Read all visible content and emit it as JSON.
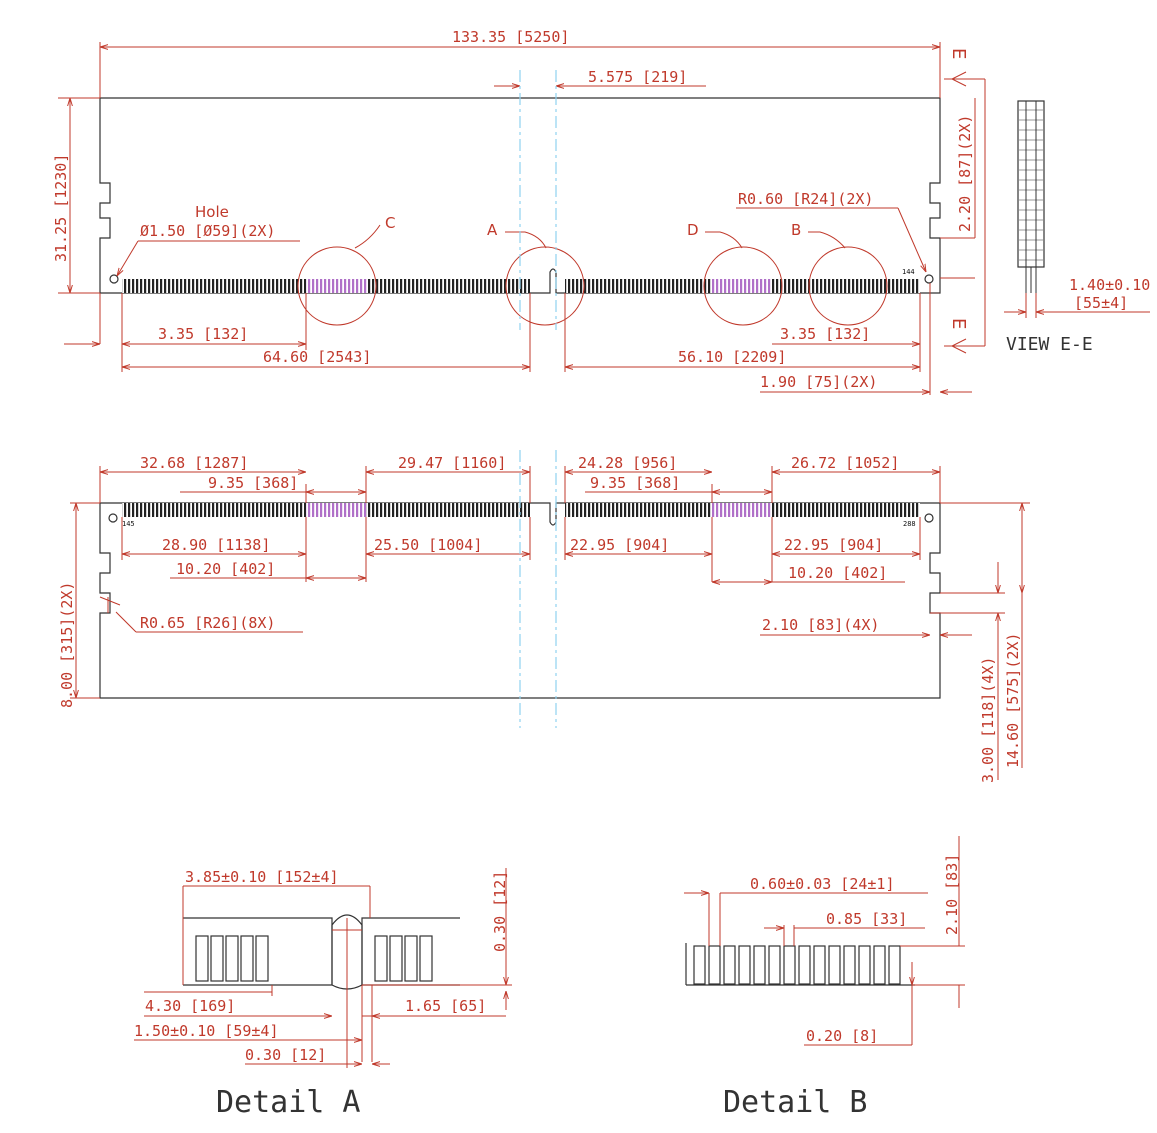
{
  "colors": {
    "dimension": "#c0392b",
    "outline": "#333333",
    "centerline": "#8fd3f0",
    "highlight": "#b070c8"
  },
  "top_view": {
    "overall_length": "133.35 [5250]",
    "notch_offset": "5.575 [219]",
    "height": "31.25 [1230]",
    "hole_label": "Hole",
    "hole_dim": "Ø1.50 [Ø59](2X)",
    "right_radius": "R0.60 [R24](2X)",
    "side_notch": "2.20 [87](2X)",
    "left_pin_span": "3.35 [132]",
    "left_to_key": "64.60 [2543]",
    "right_pin_span": "3.35 [132]",
    "right_to_key": "56.10 [2209]",
    "edge_offset": "1.90 [75](2X)",
    "pin_end_label": "144",
    "thickness": "1.40±0.10",
    "thickness_mils": "[55±4]",
    "view_label": "VIEW E-E",
    "section_mark": "E",
    "detail_callouts": [
      "C",
      "A",
      "D",
      "B"
    ]
  },
  "bottom_view": {
    "dim_a": "32.68 [1287]",
    "dim_b": "29.47 [1160]",
    "dim_c": "24.28 [956]",
    "dim_d": "26.72 [1052]",
    "dim_e": "9.35 [368]",
    "dim_f": "9.35 [368]",
    "dim_g": "28.90 [1138]",
    "dim_h": "25.50 [1004]",
    "dim_i": "22.95 [904]",
    "dim_j": "22.95 [904]",
    "dim_k": "10.20 [402]",
    "dim_l": "10.20 [402]",
    "left_vertical": "8.00 [315](2X)",
    "radius": "R0.65 [R26](8X)",
    "side_width": "2.10 [83](4X)",
    "right_v1": "3.00 [118](4X)",
    "right_v2": "14.60 [575](2X)",
    "pin_start_label": "145",
    "pin_end_label": "288"
  },
  "detail_a": {
    "title": "Detail A",
    "dim_width": "3.85±0.10 [152±4]",
    "dim_height": "0.30 [12]",
    "dim_left": "4.30 [169]",
    "dim_right": "1.65 [65]",
    "dim_slot": "1.50±0.10 [59±4]",
    "dim_bottom": "0.30 [12]"
  },
  "detail_b": {
    "title": "Detail B",
    "dim_pin": "0.60±0.03 [24±1]",
    "dim_pitch": "0.85 [33]",
    "dim_height": "2.10 [83]",
    "dim_bottom": "0.20 [8]"
  }
}
